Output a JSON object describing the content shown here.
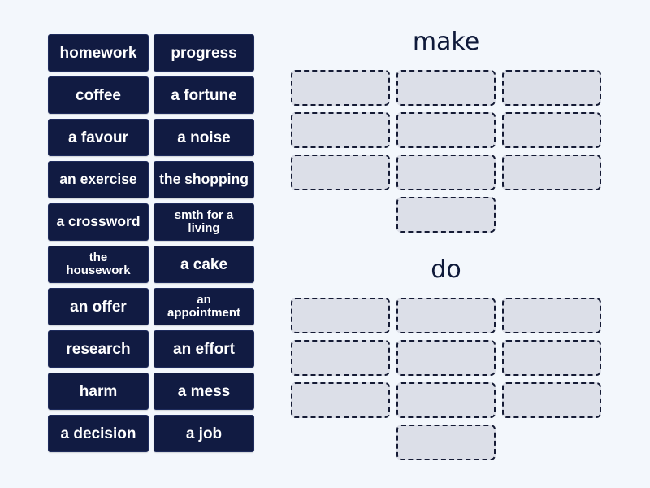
{
  "activity": {
    "type": "group-sort",
    "colors": {
      "background": "#f3f7fc",
      "tile_background": "#111b42",
      "tile_text": "#ffffff",
      "slot_background": "#dcdfe8",
      "slot_border": "#151b35",
      "title_text": "#0f1a3a"
    }
  },
  "tiles": [
    {
      "label": "homework"
    },
    {
      "label": "progress"
    },
    {
      "label": "coffee"
    },
    {
      "label": "a fortune"
    },
    {
      "label": "a favour"
    },
    {
      "label": "a noise"
    },
    {
      "label": "an exercise"
    },
    {
      "label": "the shopping"
    },
    {
      "label": "a crossword"
    },
    {
      "label": "smth for a living"
    },
    {
      "label": "the housework"
    },
    {
      "label": "a cake"
    },
    {
      "label": "an offer"
    },
    {
      "label": "an appointment"
    },
    {
      "label": "research"
    },
    {
      "label": "an effort"
    },
    {
      "label": "harm"
    },
    {
      "label": "a mess"
    },
    {
      "label": "a decision"
    },
    {
      "label": "a job"
    }
  ],
  "groups": [
    {
      "title": "make",
      "slot_count": 10
    },
    {
      "title": "do",
      "slot_count": 10
    }
  ]
}
